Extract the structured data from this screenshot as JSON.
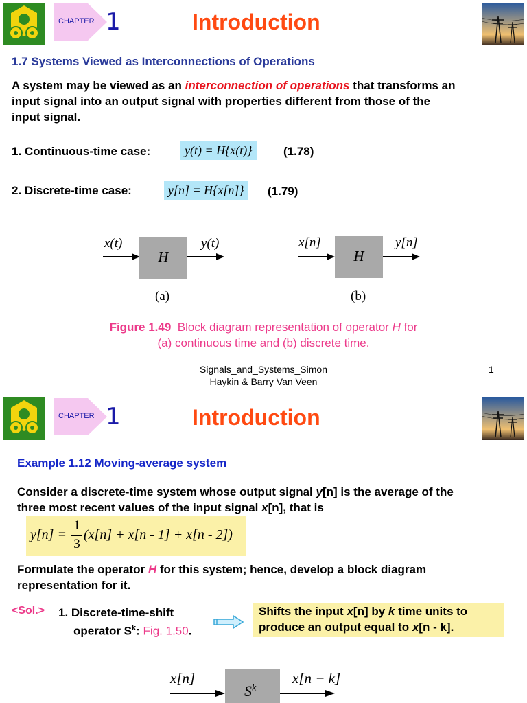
{
  "slide1": {
    "chapter_word": "CHAPTER",
    "chapter_number": "1",
    "title": "Introduction",
    "section_title": "1.7 Systems Viewed as Interconnections of Operations",
    "para_before": "A system may be viewed as an ",
    "para_highlight": "interconnection of operations",
    "para_after_1": " that transforms an",
    "para_line2": "input signal into an output signal with properties different from those of the",
    "para_line3": "input signal.",
    "case1_label": "1. Continuous-time case:",
    "case1_eq": "y(t) = H{x(t)}",
    "case1_num": "(1.78)",
    "case2_label": "2. Discrete-time case:",
    "case2_eq": "y[n] = H{x[n]}",
    "case2_num": "(1.79)",
    "diagram_a": {
      "input": "x(t)",
      "block": "H",
      "output": "y(t)",
      "label": "(a)"
    },
    "diagram_b": {
      "input": "x[n]",
      "block": "H",
      "output": "y[n]",
      "label": "(b)"
    },
    "caption_fig": "Figure 1.49",
    "caption_text1": "Block diagram representation of operator ",
    "caption_H": "H",
    "caption_text2": " for",
    "caption_line2": "(a) continuous time and (b) discrete time.",
    "footer_line1": "Signals_and_Systems_Simon",
    "footer_line2": "Haykin & Barry Van Veen",
    "page_number": "1"
  },
  "slide2": {
    "chapter_word": "CHAPTER",
    "chapter_number": "1",
    "title": "Introduction",
    "example_title": "Example 1.12 Moving-average system",
    "para_line1_a": "Consider a discrete-time system whose output signal ",
    "para_line1_y": "y",
    "para_line1_n": "[n]",
    "para_line1_b": " is the average of the",
    "para_line2_a": "three most recent values of the input signal ",
    "para_line2_x": "x",
    "para_line2_n": "[n]",
    "para_line2_b": ", that is",
    "eq_lhs": "y[n] =",
    "eq_num": "1",
    "eq_den": "3",
    "eq_rhs": "(x[n] + x[n - 1] + x[n - 2])",
    "formulate_a": "Formulate the operator ",
    "formulate_H": "H",
    "formulate_b": " for this system; hence, develop a block diagram",
    "formulate_line2": "representation for it.",
    "sol_label": "<Sol.>",
    "sol_item_a": "1. Discrete-time-shift",
    "sol_item_b": "operator S",
    "sol_item_sup": "k",
    "sol_item_c": ": ",
    "sol_fig_ref": "Fig. 1.50",
    "sol_item_d": ".",
    "shift_line1_a": "Shifts the input ",
    "shift_line1_x": "x",
    "shift_line1_n": "[n]",
    "shift_line1_b": " by ",
    "shift_line1_k": "k",
    "shift_line1_c": " time units to",
    "shift_line2_a": "produce an output equal to ",
    "shift_line2_x": "x",
    "shift_line2_n": "[n - k]",
    "shift_line2_b": ".",
    "diagram": {
      "input": "x[n]",
      "block": "S",
      "block_sup": "k",
      "output": "x[n − k]"
    }
  }
}
